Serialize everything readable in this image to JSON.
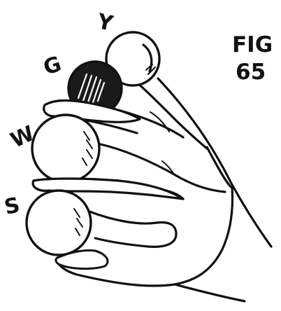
{
  "figure": {
    "caption_line1": "FIG",
    "caption_line2": "65"
  },
  "balls": [
    {
      "label": "Y",
      "shade": "white"
    },
    {
      "label": "G",
      "shade": "dark"
    },
    {
      "label": "W",
      "shade": "white"
    },
    {
      "label": "S",
      "shade": "white"
    }
  ],
  "colors": {
    "ink": "#111111",
    "background": "#ffffff"
  }
}
